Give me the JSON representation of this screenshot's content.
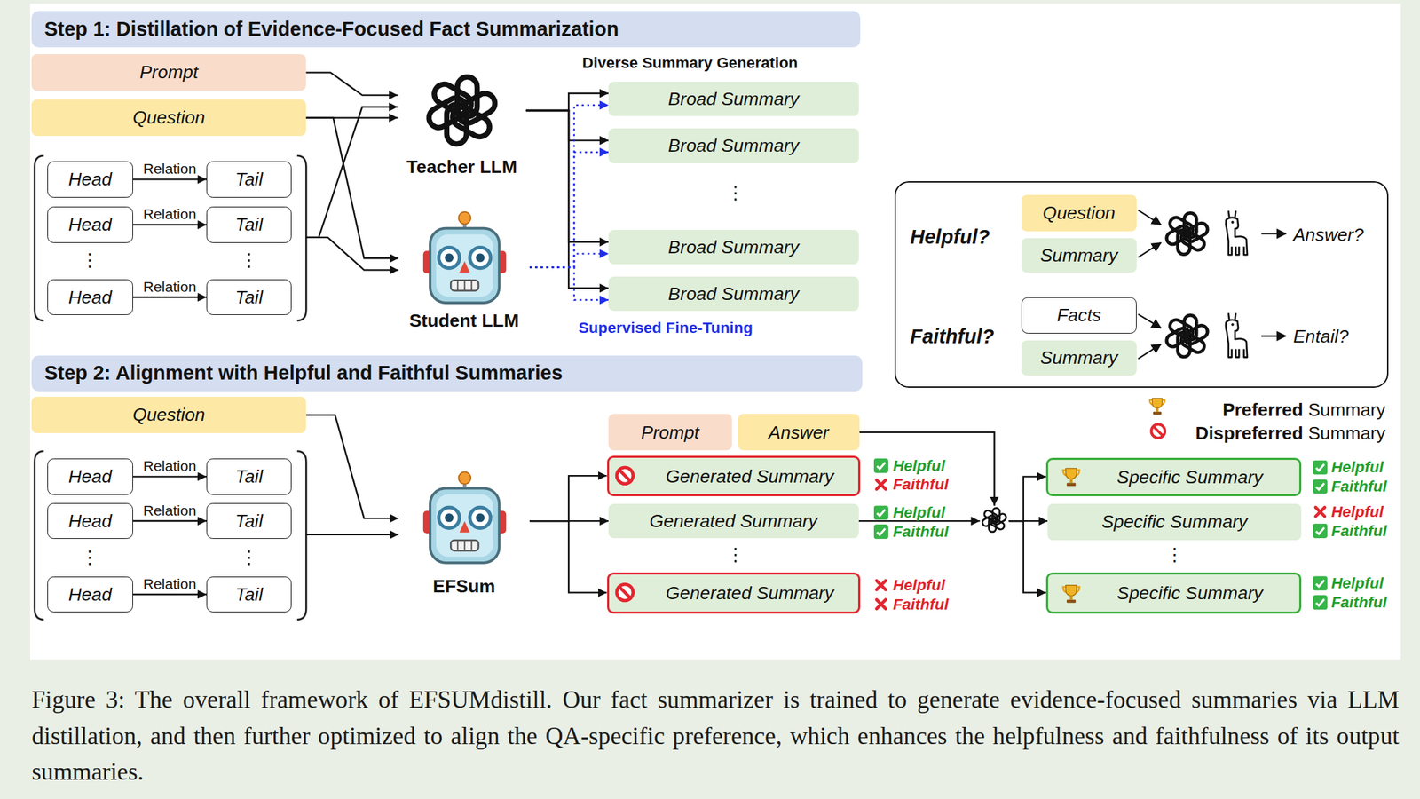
{
  "diagram": {
    "caption": "Figure 3: The overall framework of EFSUMdistill. Our fact summarizer is trained to generate evidence-focused summaries via LLM distillation, and then further optimized to align the QA-specific preference, which enhances the helpfulness and faithfulness of its output summaries.",
    "nodes": [
      {
        "text": [
          "Step 1: Distillation of Evidence-Focused Fact Summarization"
        ]
      },
      {
        "text": [
          "Prompt"
        ]
      },
      {
        "text": [
          "Question"
        ]
      },
      {
        "text": []
      },
      {
        "text": [
          "Head"
        ],
        "in": 3
      },
      {
        "text": [
          "Tail"
        ],
        "in": 3
      },
      {
        "text": [
          "Head"
        ],
        "in": 3
      },
      {
        "text": [
          "Tail"
        ],
        "in": 3
      },
      {
        "text": [
          "Head"
        ],
        "in": 3
      },
      {
        "text": [
          "Tail"
        ],
        "in": 3
      },
      {
        "text": [
          "Teacher LLM"
        ]
      },
      {
        "text": [
          "Student LLM"
        ]
      },
      {
        "text": [
          "Broad Summary"
        ]
      },
      {
        "text": [
          "Broad Summary"
        ]
      },
      {
        "text": [
          "Broad Summary"
        ]
      },
      {
        "text": [
          "Broad Summary"
        ]
      },
      {
        "text": [
          "Helpful?",
          "Answer?",
          "Faithful?",
          "Entail?"
        ]
      },
      {
        "text": [
          "Question"
        ],
        "in": 16
      },
      {
        "text": [
          "Summary"
        ],
        "in": 16
      },
      {
        "text": [
          "Facts"
        ],
        "in": 16
      },
      {
        "text": [
          "Summary"
        ],
        "in": 16
      },
      {
        "text": [
          "Step 2: Alignment with Helpful and Faithful Summaries"
        ]
      },
      {
        "text": [
          "Question"
        ]
      },
      {
        "text": []
      },
      {
        "text": [
          "Head"
        ],
        "in": 23
      },
      {
        "text": [
          "Tail"
        ],
        "in": 23
      },
      {
        "text": [
          "Head"
        ],
        "in": 23
      },
      {
        "text": [
          "Tail"
        ],
        "in": 23
      },
      {
        "text": [
          "Head"
        ],
        "in": 23
      },
      {
        "text": [
          "Tail"
        ],
        "in": 23
      },
      {
        "text": [
          "EFSum"
        ]
      },
      {
        "text": [
          "Prompt"
        ]
      },
      {
        "text": [
          "Answer"
        ]
      },
      {
        "text": [
          "Generated Summary"
        ]
      },
      {
        "text": [
          "Generated Summary"
        ]
      },
      {
        "text": [
          "Generated Summary"
        ]
      },
      {
        "text": []
      },
      {
        "text": [
          "Specific Summary"
        ]
      },
      {
        "text": [
          "Specific Summary"
        ]
      },
      {
        "text": [
          "Specific Summary"
        ]
      }
    ],
    "edges": [
      {
        "from": 1,
        "to": 10,
        "arrow": "to"
      },
      {
        "from": 2,
        "to": 10,
        "arrow": "to"
      },
      {
        "from": 3,
        "to": 10,
        "arrow": "to"
      },
      {
        "from": 2,
        "to": 11,
        "arrow": "to"
      },
      {
        "from": 3,
        "to": 11,
        "arrow": "to"
      },
      {
        "from": 4,
        "to": 5,
        "label": "Relation",
        "arrow": "to"
      },
      {
        "from": 6,
        "to": 7,
        "label": "Relation",
        "arrow": "to"
      },
      {
        "from": 8,
        "to": 9,
        "label": "Relation",
        "arrow": "to"
      },
      {
        "from": 10,
        "to": 12,
        "arrow": "to"
      },
      {
        "from": 10,
        "to": 13,
        "arrow": "to"
      },
      {
        "from": 10,
        "to": 14,
        "arrow": "to"
      },
      {
        "from": 10,
        "to": 15,
        "arrow": "to"
      },
      {
        "from": 11,
        "to": 12,
        "arrow": "to"
      },
      {
        "from": 11,
        "to": 13,
        "arrow": "to"
      },
      {
        "from": 11,
        "to": 14,
        "arrow": "to"
      },
      {
        "from": 11,
        "to": 15,
        "arrow": "to"
      },
      {
        "from": 22,
        "to": 30,
        "arrow": "to"
      },
      {
        "from": 23,
        "to": 30,
        "arrow": "to"
      },
      {
        "from": 24,
        "to": 25,
        "label": "Relation",
        "arrow": "to"
      },
      {
        "from": 26,
        "to": 27,
        "label": "Relation",
        "arrow": "to"
      },
      {
        "from": 28,
        "to": 29,
        "label": "Relation",
        "arrow": "to"
      },
      {
        "from": 30,
        "to": 33,
        "arrow": "to"
      },
      {
        "from": 30,
        "to": 34,
        "arrow": "to"
      },
      {
        "from": 30,
        "to": 35,
        "arrow": "to"
      },
      {
        "from": 32,
        "to": 36,
        "arrow": "to"
      },
      {
        "from": 34,
        "to": 36,
        "arrow": "to"
      },
      {
        "from": 36,
        "to": 37,
        "arrow": "to"
      },
      {
        "from": 36,
        "to": 38,
        "arrow": "to"
      },
      {
        "from": 36,
        "to": 39,
        "arrow": "to"
      }
    ],
    "labels": [
      "Diverse Summary Generation",
      "⋮",
      "⋮",
      "⋮",
      "Supervised Fine-Tuning",
      "⋮",
      "⋮",
      "⋮",
      "⋮",
      "Helpful",
      "Faithful",
      "Helpful",
      "Faithful",
      "Helpful",
      "Faithful",
      "Helpful",
      "Faithful",
      "Helpful",
      "Faithful",
      "Helpful",
      "Faithful"
    ],
    "legend": [
      {
        "text": "Preferred Summary"
      },
      {
        "text": "Dispreferred Summary"
      }
    ]
  }
}
